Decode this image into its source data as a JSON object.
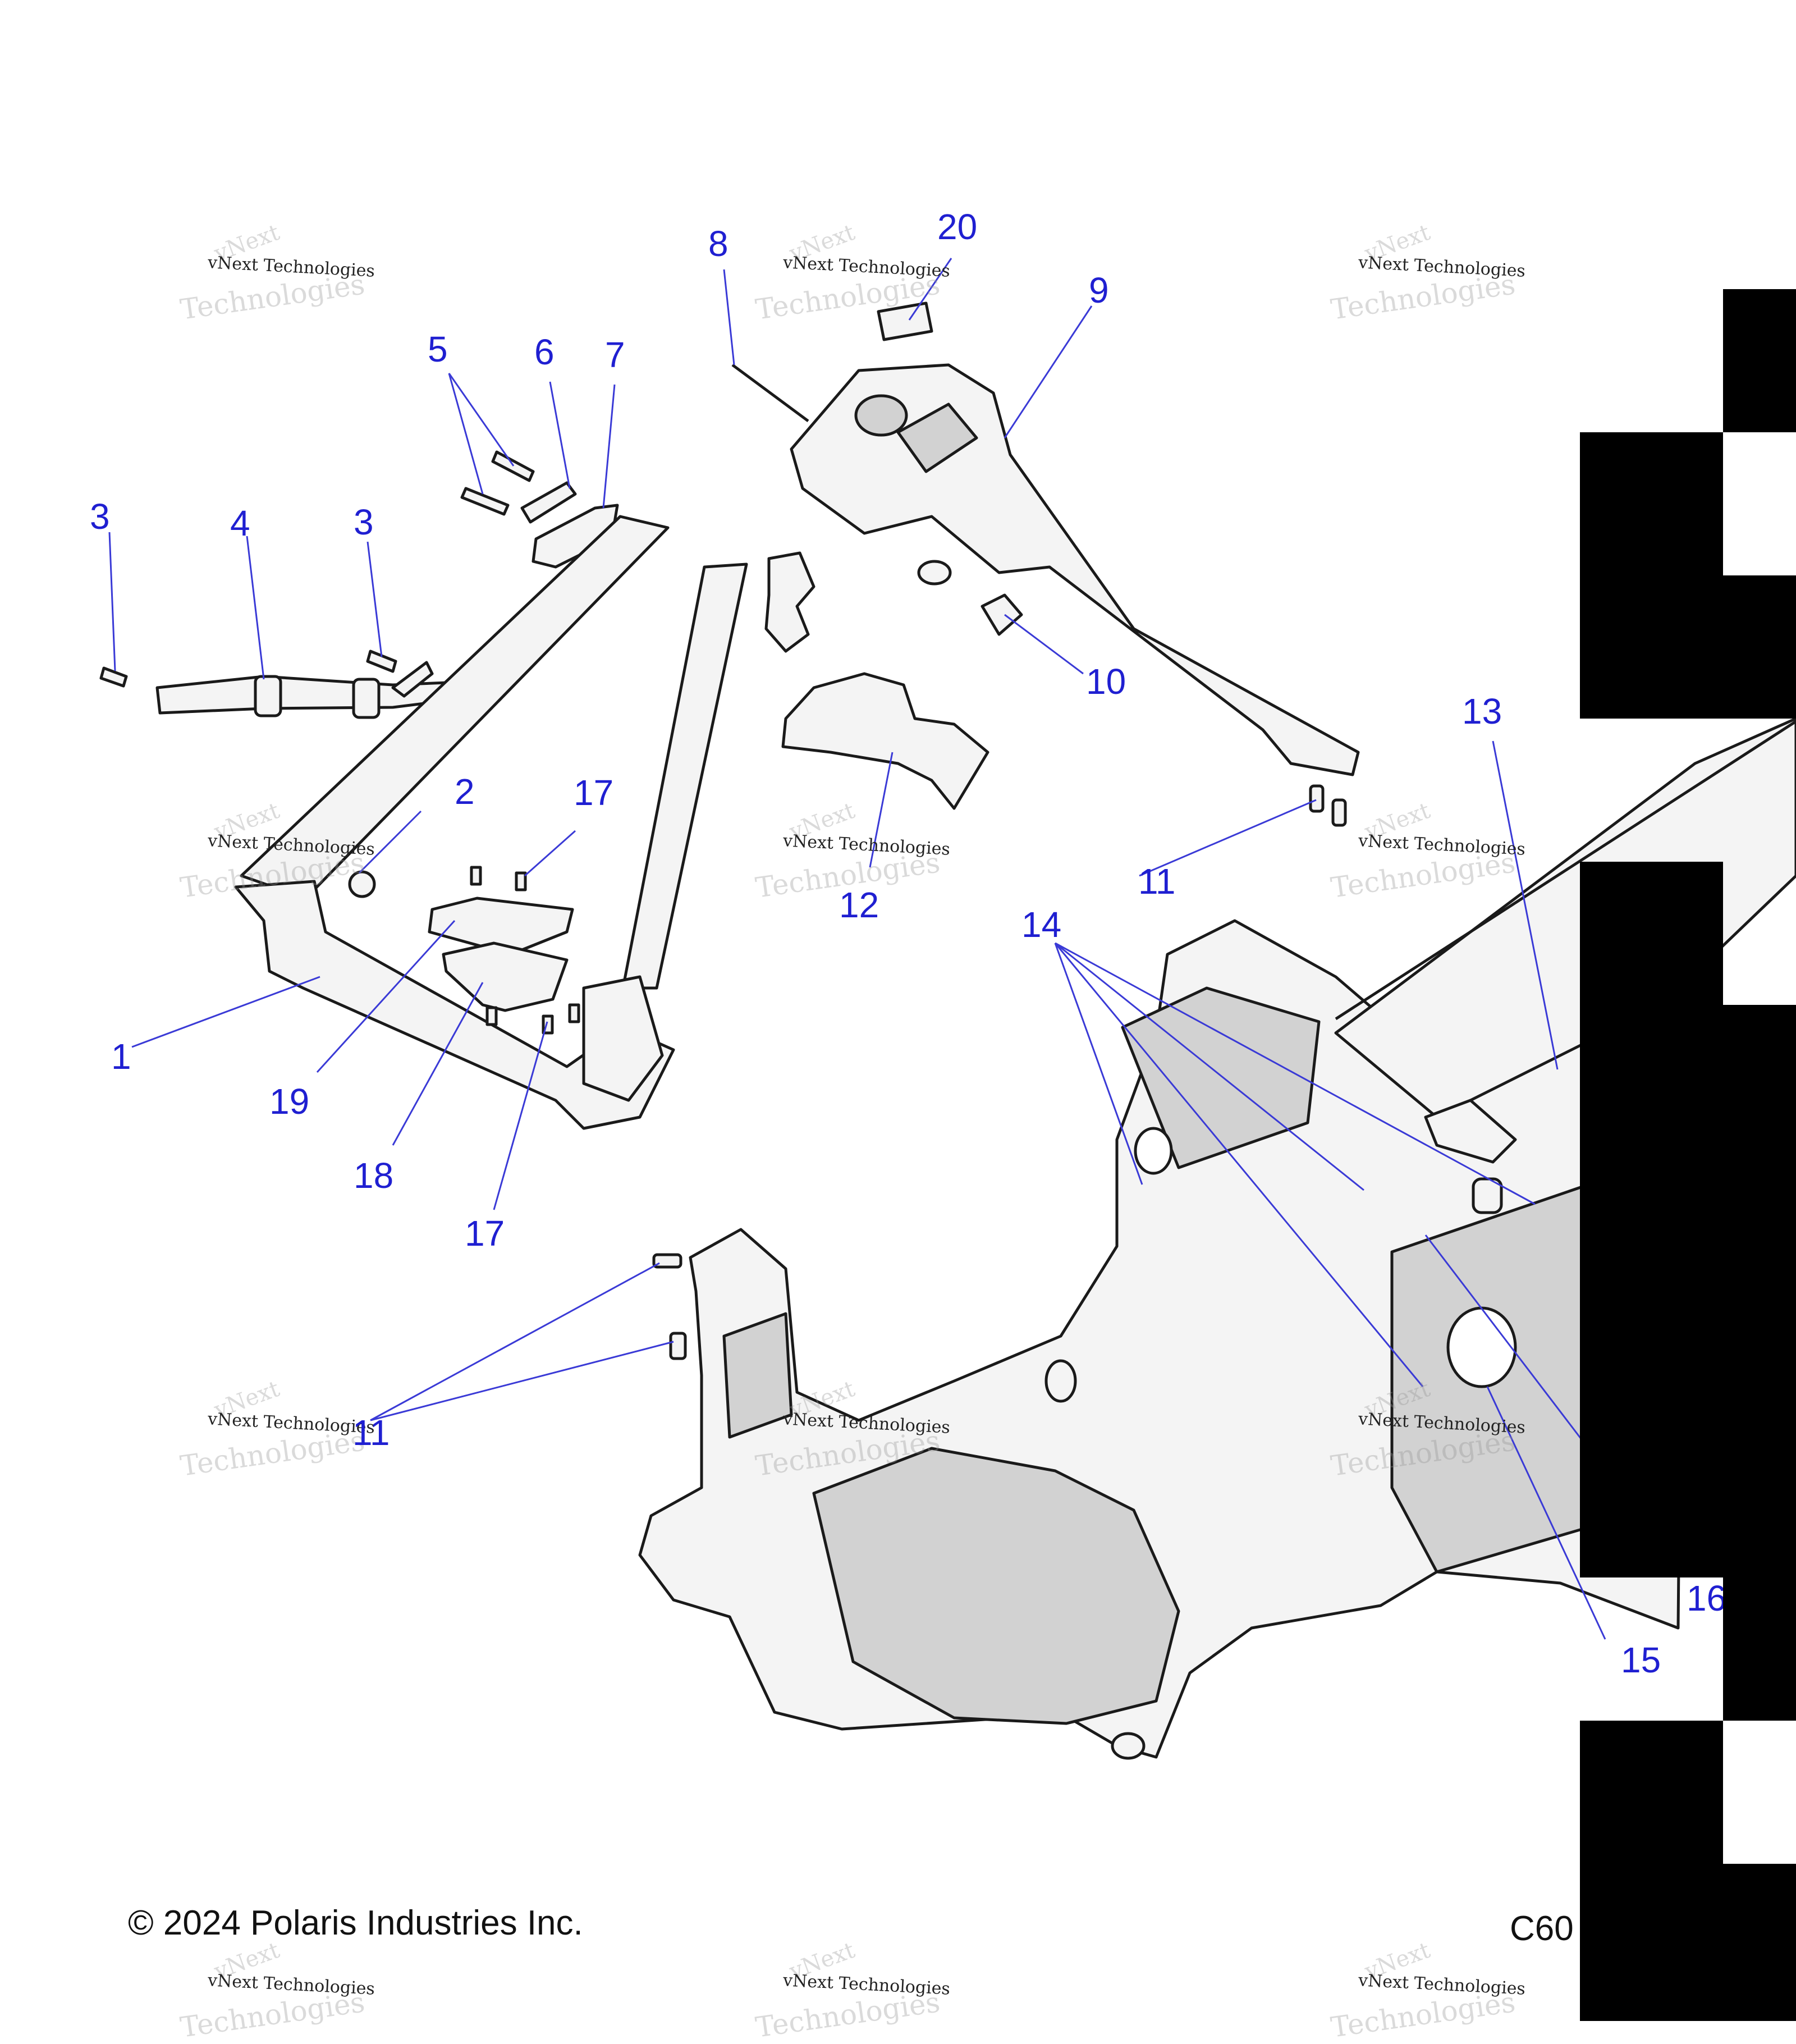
{
  "callouts": [
    {
      "id": "c1",
      "text": "1"
    },
    {
      "id": "c2",
      "text": "2"
    },
    {
      "id": "c3a",
      "text": "3"
    },
    {
      "id": "c3b",
      "text": "3"
    },
    {
      "id": "c4",
      "text": "4"
    },
    {
      "id": "c5",
      "text": "5"
    },
    {
      "id": "c6",
      "text": "6"
    },
    {
      "id": "c7",
      "text": "7"
    },
    {
      "id": "c8",
      "text": "8"
    },
    {
      "id": "c9",
      "text": "9"
    },
    {
      "id": "c10",
      "text": "10"
    },
    {
      "id": "c11a",
      "text": "11"
    },
    {
      "id": "c11b",
      "text": "11"
    },
    {
      "id": "c12",
      "text": "12"
    },
    {
      "id": "c13",
      "text": "13"
    },
    {
      "id": "c14",
      "text": "14"
    },
    {
      "id": "c15",
      "text": "15"
    },
    {
      "id": "c16",
      "text": "16"
    },
    {
      "id": "c17a",
      "text": "17"
    },
    {
      "id": "c17b",
      "text": "17"
    },
    {
      "id": "c18",
      "text": "18"
    },
    {
      "id": "c19",
      "text": "19"
    },
    {
      "id": "c20",
      "text": "20"
    }
  ],
  "footer": {
    "copyright": "© 2024 Polaris Industries Inc.",
    "figure_code": "C60"
  },
  "watermark": {
    "line1": "vNext",
    "line2": "vNext Technologies",
    "line3": "Technologies"
  },
  "colors": {
    "callout": "#1f1fd1",
    "line": "#3a3ad6",
    "part_fill": "#f4f4f4",
    "part_shade": "#d2d2d2",
    "outline": "#1a1a1a"
  }
}
